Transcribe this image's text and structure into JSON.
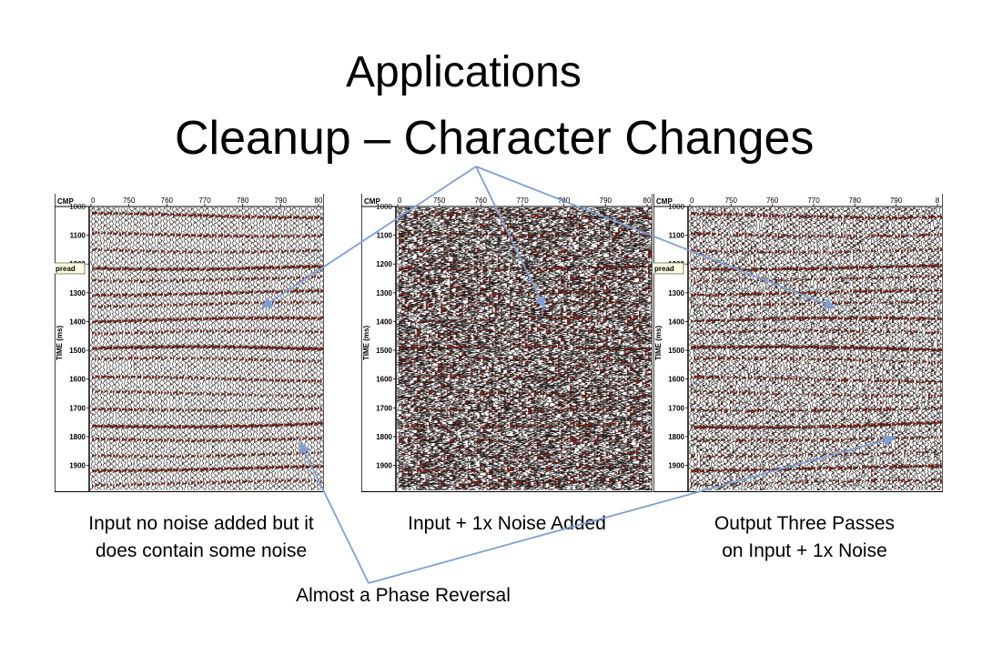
{
  "slide": {
    "title_line1": "Applications",
    "title_line2": "Cleanup – Character Changes",
    "bottom_label": "Almost  a Phase Reversal"
  },
  "panels": [
    {
      "cmp_label": "CMP",
      "time_label": "TIME (ms)",
      "side_tab": "pread",
      "x_ticks": [
        "0",
        "750",
        "760",
        "770",
        "780",
        "790",
        "80"
      ],
      "y_ticks": [
        "1000",
        "1100",
        "1200",
        "1300",
        "1400",
        "1500",
        "1600",
        "1700",
        "1800",
        "1900"
      ],
      "caption_line1": "Input no noise added but it",
      "caption_line2": "does contain some noise"
    },
    {
      "cmp_label": "CMP",
      "time_label": "TIME (ms)",
      "side_tab": "",
      "x_ticks": [
        "0",
        "750",
        "760",
        "770",
        "780",
        "790",
        "80"
      ],
      "y_ticks": [
        "1000",
        "1100",
        "1200",
        "1300",
        "1400",
        "1500",
        "1600",
        "1700",
        "1800",
        "1900"
      ],
      "caption_line1": "Input + 1x Noise Added",
      "caption_line2": ""
    },
    {
      "cmp_label": "CMP",
      "time_label": "TIME (ms)",
      "side_tab": "pread",
      "x_ticks": [
        "0",
        "750",
        "760",
        "770",
        "780",
        "790",
        "8"
      ],
      "y_ticks": [
        "1000",
        "1100",
        "1200",
        "1300",
        "1400",
        "1500",
        "1600",
        "1700",
        "1800",
        "1900"
      ],
      "caption_line1": "Output  Three Passes",
      "caption_line2": "on Input + 1x Noise"
    }
  ],
  "colors": {
    "wiggle_fill": "#8b2b1c",
    "wiggle_line": "#1a1a1a",
    "arrow": "#7f9fd4"
  }
}
